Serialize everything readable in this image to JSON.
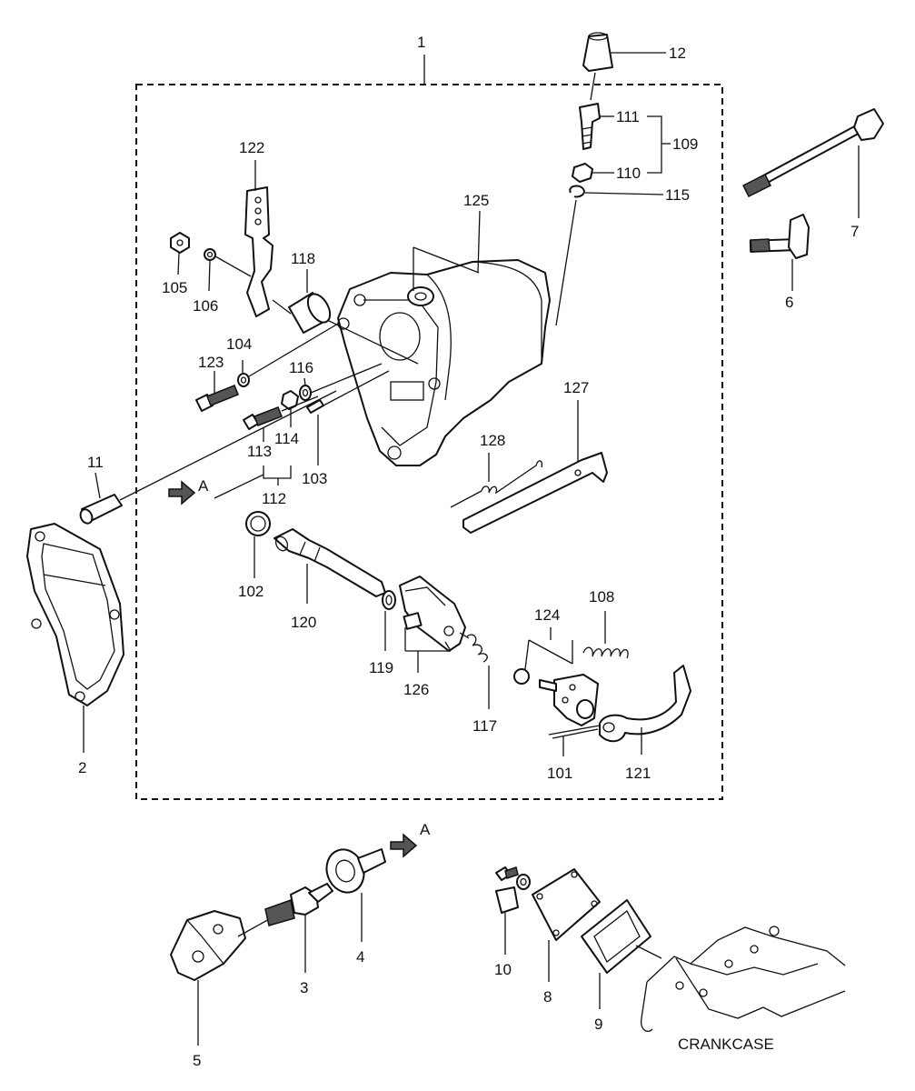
{
  "diagram": {
    "arrow_marker": "A",
    "reference_label": "CRANKCASE",
    "parts": {
      "p1": "1",
      "p2": "2",
      "p3": "3",
      "p4": "4",
      "p5": "5",
      "p6": "6",
      "p7": "7",
      "p8": "8",
      "p9": "9",
      "p10": "10",
      "p11": "11",
      "p12": "12",
      "p101": "101",
      "p102": "102",
      "p103": "103",
      "p104": "104",
      "p105": "105",
      "p106": "106",
      "p108": "108",
      "p109": "109",
      "p110": "110",
      "p111": "111",
      "p112": "112",
      "p113": "113",
      "p114": "114",
      "p115": "115",
      "p116": "116",
      "p117": "117",
      "p118": "118",
      "p119": "119",
      "p120": "120",
      "p121": "121",
      "p122": "122",
      "p123": "123",
      "p124": "124",
      "p125": "125",
      "p126": "126",
      "p127": "127",
      "p128": "128"
    }
  }
}
